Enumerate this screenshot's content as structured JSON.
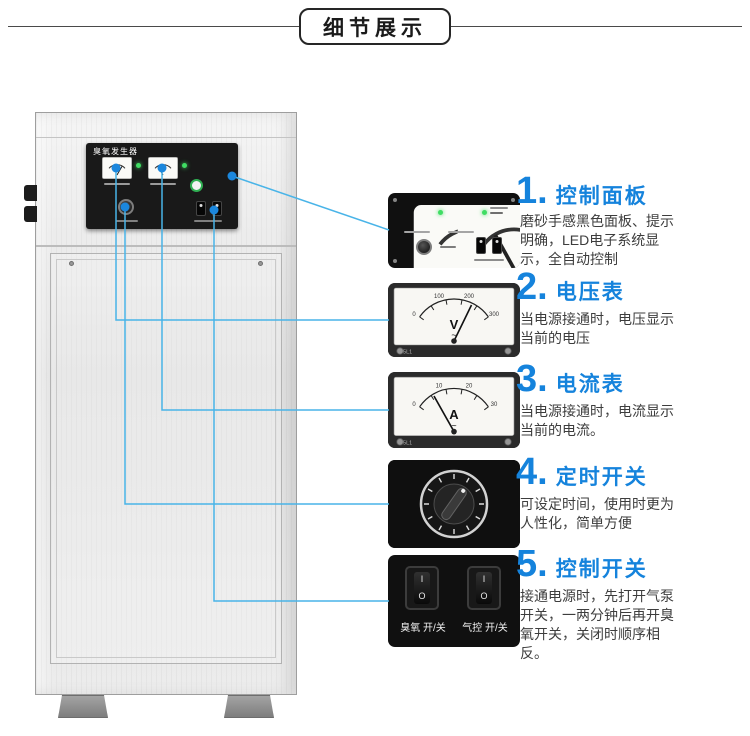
{
  "header": {
    "title": "细节展示"
  },
  "colors": {
    "accent_blue": "#1583dc",
    "callout_line": "#49b4e8",
    "led_green": "#3fdd63"
  },
  "machine": {
    "panel_title": "臭氧发生器"
  },
  "details": [
    {
      "num": "1.",
      "title": "控制面板",
      "desc": "磨砂手感黑色面板、提示明确，LED电子系统显示，全自动控制"
    },
    {
      "num": "2.",
      "title": "电压表",
      "desc": "当电源接通时，电压显示当前的电压",
      "meter_letter": "V",
      "ac_symbol": "~",
      "meter_model": "85L1",
      "ticks": [
        "0",
        "100",
        "200",
        "300"
      ]
    },
    {
      "num": "3.",
      "title": "电流表",
      "desc": "当电源接通时，电流显示当前的电流。",
      "meter_letter": "A",
      "ac_symbol": "~",
      "meter_model": "85L1",
      "ticks": [
        "0",
        "10",
        "20",
        "30"
      ]
    },
    {
      "num": "4.",
      "title": "定时开关",
      "desc": "可设定时间，使用时更为人性化，简单方便"
    },
    {
      "num": "5.",
      "title": "控制开关",
      "desc": "接通电源时，先打开气泵开关，一两分钟后再开臭氧开关，关闭时顺序相反。",
      "rocker_on": "I",
      "rocker_off": "O",
      "switch_labels": [
        "臭氧 开/关",
        "气控 开/关"
      ]
    }
  ]
}
